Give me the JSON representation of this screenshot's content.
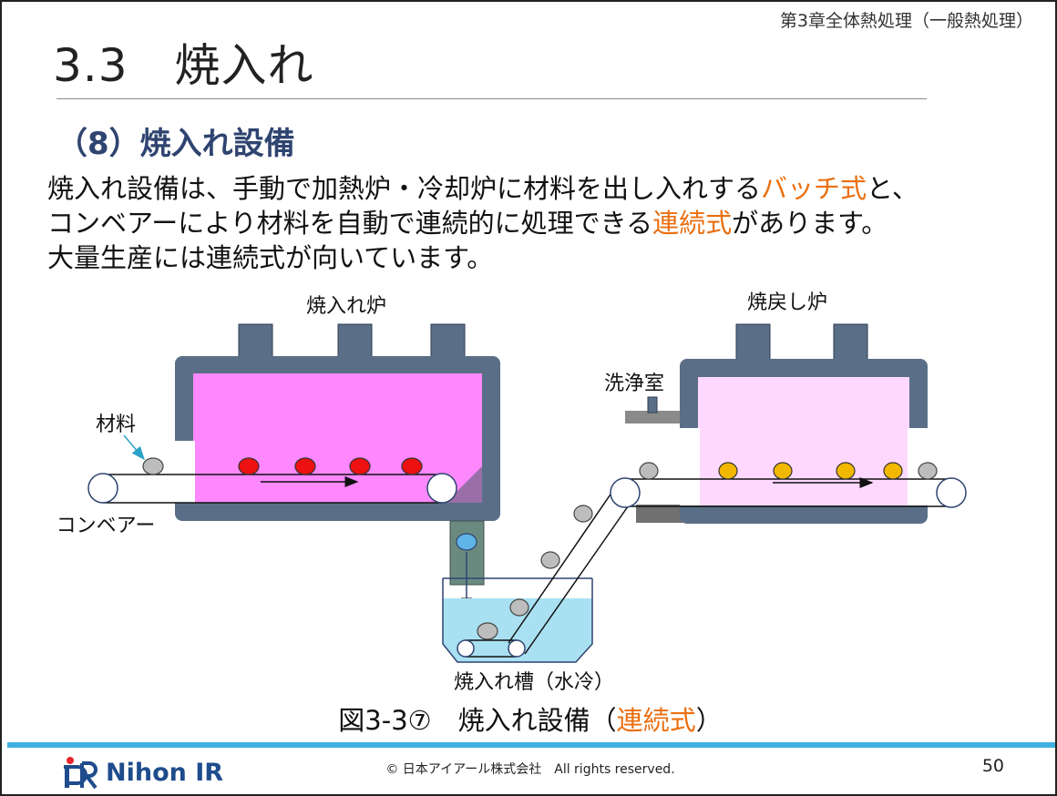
{
  "header": {
    "chapter": "第3章全体熱処理（一般熱処理）",
    "title": "3.3　焼入れ",
    "subtitle": "（8）焼入れ設備"
  },
  "body": {
    "line1_pre": "焼入れ設備は、手動で加熱炉・冷却炉に材料を出し入れする",
    "line1_hl": "バッチ式",
    "line1_post": "と、",
    "line2_pre": "コンベアーにより材料を自動で連続的に処理できる",
    "line2_hl": "連続式",
    "line2_post": "があります。",
    "line3": "大量生産には連続式が向いています。"
  },
  "diagram": {
    "quench_furnace_label": "焼入れ炉",
    "temper_furnace_label": "焼戻し炉",
    "wash_label": "洗浄室",
    "material_label": "材料",
    "conveyor_label": "コンベアー",
    "tank_label": "焼入れ槽（水冷）"
  },
  "caption": {
    "pre": "図3-3⑦　焼入れ設備（",
    "hl": "連続式",
    "post": "）"
  },
  "footer": {
    "logo_text": "Nihon IR",
    "copyright": "© 日本アイアール株式会社　All rights reserved.",
    "page": "50"
  },
  "colors": {
    "accent": "#ea6f10",
    "subtitle": "#2f4470",
    "furnace_body": "#5a6f87",
    "quench_inner": "#ff88ff",
    "temper_inner": "#ffd8ff",
    "hot_part": "#ee1111",
    "tempered_part": "#f2b800",
    "cold_part": "#bdbdbd",
    "water": "#a9e0f2",
    "footer_bar": "#3fb0e0"
  }
}
